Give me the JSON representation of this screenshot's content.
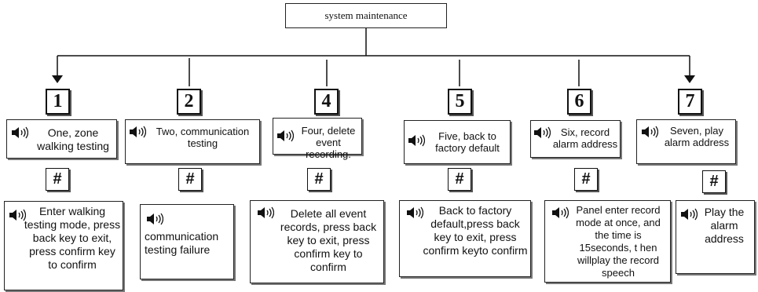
{
  "title": "system maintenance",
  "items": [
    {
      "number": "1",
      "voice": "One,  zone walking testing",
      "hash": "#",
      "action": "Enter walking testing mode, press back key to exit, press confirm key to confirm"
    },
    {
      "number": "2",
      "voice": "Two,  communication testing",
      "hash": "#",
      "action": "communication testing failure"
    },
    {
      "number": "4",
      "voice": "Four, delete event recording.",
      "hash": "#",
      "action": "Delete all  event records, press back key to exit, press confirm key to confirm"
    },
    {
      "number": "5",
      "voice": "Five, back to factory default",
      "hash": "#",
      "action": "Back to  factory default,press back key  to exit, press confirm keyto confirm"
    },
    {
      "number": "6",
      "voice": "Six, record alarm address",
      "hash": "#",
      "action": "Panel enter record mode at once, and the time is 15seconds, t hen willplay the record speech"
    },
    {
      "number": "7",
      "voice": "Seven, play alarm address",
      "hash": "#",
      "action": "Play the alarm address"
    }
  ]
}
